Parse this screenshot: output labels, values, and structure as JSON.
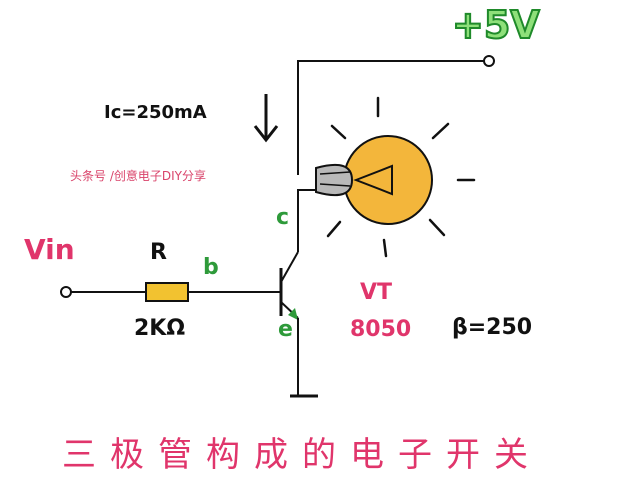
{
  "labels": {
    "supply": "+5V",
    "collector_current": "Ic=250mA",
    "watermark": "头条号 /创意电子DIY分享",
    "collector": "c",
    "input": "Vin",
    "resistor_name": "R",
    "base": "b",
    "transistor_name": "VT",
    "resistor_value": "2KΩ",
    "emitter": "e",
    "transistor_model": "8050",
    "gain": "β=250"
  },
  "caption": "三极管构成的电子开关",
  "colors": {
    "wire": "#111111",
    "resistor": "#f2c230",
    "bulb": "#f3b63b",
    "supply": "#8ee07a",
    "pink": "#e0356b",
    "green": "#2e9a3a"
  },
  "icons": [
    "down-arrow-icon",
    "bulb-icon",
    "ground-icon",
    "resistor-icon",
    "transistor-icon"
  ]
}
